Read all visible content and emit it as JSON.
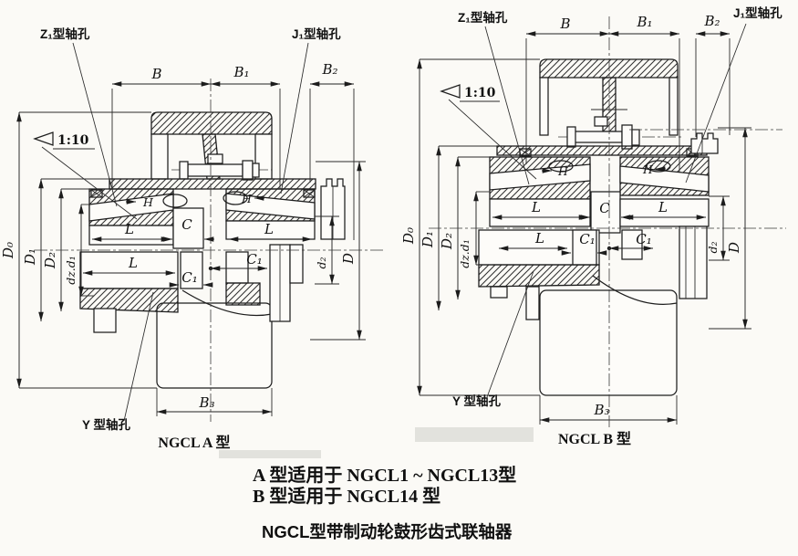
{
  "diagram": {
    "title": "NGCL型带制动轮鼓形齿式联轴器",
    "note_a": "A 型适用于 NGCL1 ~ NGCL13型",
    "note_b": "B 型适用于 NGCL14 型",
    "caption_a": "NGCL A 型",
    "caption_b": "NGCL B 型",
    "callout_z1": "Z₁型轴孔",
    "callout_j1": "J₁型轴孔",
    "callout_y": "Y 型轴孔",
    "taper": "1:10",
    "dim": {
      "B": "B",
      "B1": "B₁",
      "B2": "B₂",
      "B3": "B₃",
      "L": "L",
      "C": "C",
      "C1": "C₁",
      "H": "H",
      "D0": "D₀",
      "D1": "D₁",
      "D2": "D₂",
      "dzd1": "dz.d₁",
      "d2": "d₂",
      "D": "D"
    }
  }
}
